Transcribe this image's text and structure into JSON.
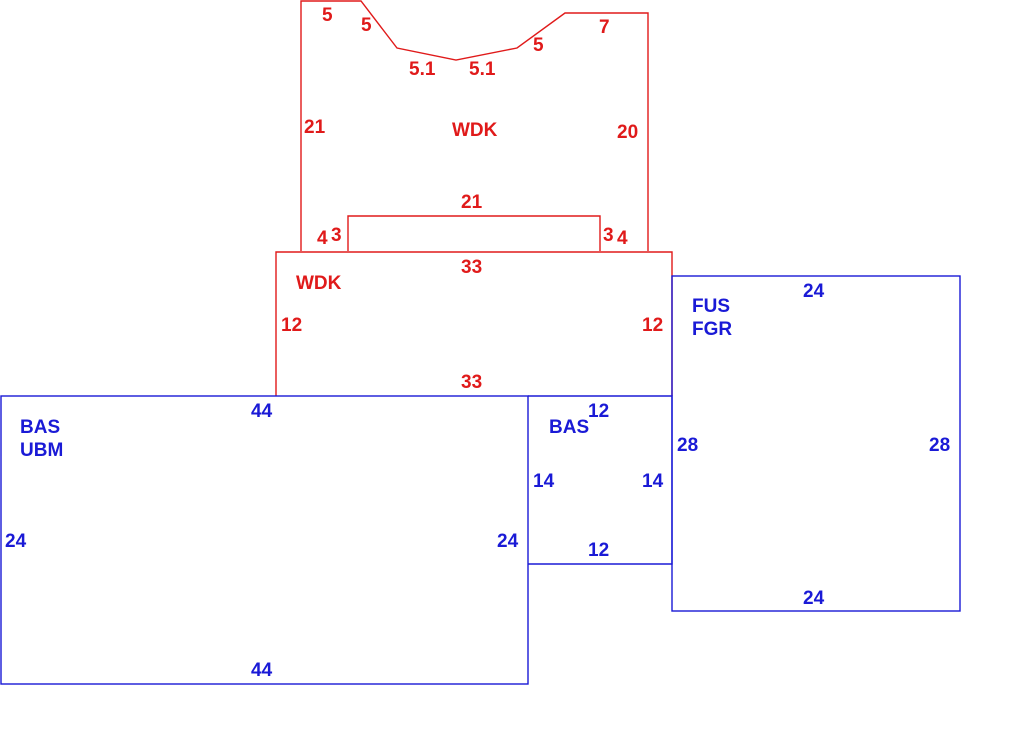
{
  "colors": {
    "deck": "#e01a1a",
    "building": "#1a1ad6"
  },
  "upper_deck": {
    "code": "WDK",
    "dims": {
      "top_left": "5",
      "slope_left_upper": "5",
      "slope_left_lower": "5.1",
      "slope_right_lower": "5.1",
      "slope_right_upper": "5",
      "top_right": "7",
      "left": "21",
      "right": "20",
      "inner_top": "21",
      "inner_left_a": "4",
      "inner_left_b": "3",
      "inner_right_a": "3",
      "inner_right_b": "4"
    }
  },
  "lower_deck": {
    "code": "WDK",
    "dims": {
      "top": "33",
      "left": "12",
      "right": "12",
      "bottom": "33"
    }
  },
  "main_building": {
    "codes": [
      "BAS",
      "UBM"
    ],
    "dims": {
      "top": "44",
      "left": "24",
      "right": "24",
      "bottom": "44"
    }
  },
  "small_building": {
    "code": "BAS",
    "dims": {
      "top": "12",
      "left": "14",
      "right": "14",
      "bottom": "12"
    }
  },
  "garage": {
    "codes": [
      "FUS",
      "FGR"
    ],
    "dims": {
      "top": "24",
      "left": "28",
      "right": "28",
      "bottom": "24"
    }
  }
}
